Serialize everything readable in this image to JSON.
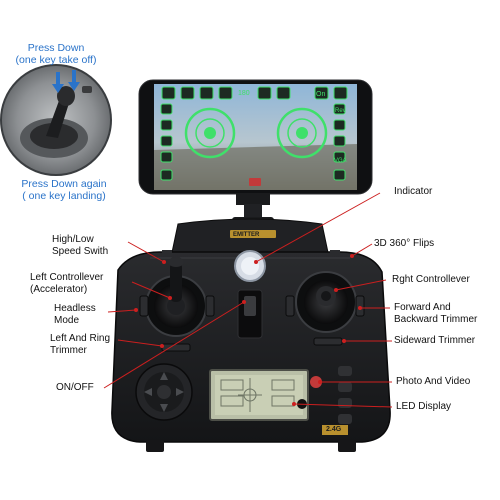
{
  "inset": {
    "top_line1": "Press Down",
    "top_line2": "(one key take off)",
    "bottom_line1": "Press Down again",
    "bottom_line2": "( one key landing)"
  },
  "labels": {
    "indicator": "Indicator",
    "high_low_1": "High/Low",
    "high_low_2": "Speed Swith",
    "flips": "3D  360° Flips",
    "left_ctrl_1": "Left Controllever",
    "left_ctrl_2": "(Accelerator)",
    "right_ctrl": "Rght Controllever",
    "headless_1": "Headless",
    "headless_2": "Mode",
    "fwd_back_1": "Forward And",
    "fwd_back_2": "Backward Trimmer",
    "left_ring_1": "Left And Ring",
    "left_ring_2": "Trimmer",
    "sideward": "Sideward Trimmer",
    "on_off": "ON/OFF",
    "photo_video": "Photo And Video",
    "led": "LED Display"
  },
  "phone": {
    "top_left": "180",
    "top_mid": "On",
    "rev": "Rev",
    "vga": "VGA"
  },
  "brand": {
    "plate": "EMITTER",
    "freq": "2.4G"
  },
  "colors": {
    "accent_blue": "#2a73c9",
    "callout_red": "#cc1f1f",
    "controller_body": "#1b1c1e"
  },
  "icons": [
    "joystick-icon",
    "phone-screen",
    "power-switch-icon",
    "camera-button-icon",
    "dpad-icon",
    "led-display-icon"
  ]
}
